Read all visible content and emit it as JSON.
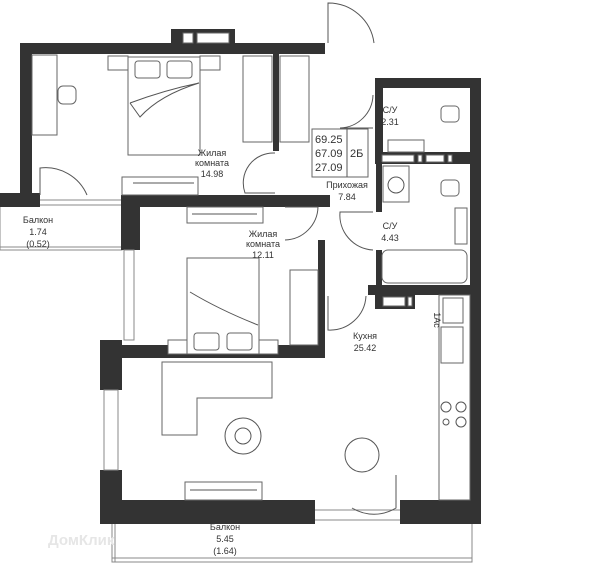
{
  "rooms": {
    "bedroom1": {
      "name_line1": "Жилая",
      "name_line2": "комната",
      "area": "14.98"
    },
    "bedroom2": {
      "name_line1": "Жилая",
      "name_line2": "комната",
      "area": "12.11"
    },
    "hallway": {
      "name": "Прихожая",
      "area": "7.84"
    },
    "bathroom1": {
      "name": "С/У",
      "area": "2.31"
    },
    "bathroom2": {
      "name": "С/У",
      "area": "4.43"
    },
    "kitchen": {
      "name": "Кухня",
      "area": "25.42"
    },
    "balcony1": {
      "name": "Балкон",
      "area": "1.74",
      "reduced_area": "(0.52)"
    },
    "balcony2": {
      "name": "Балкон",
      "area": "5.45",
      "reduced_area": "(1.64)"
    }
  },
  "summary": {
    "total_area": "69.25",
    "living_total": "67.09",
    "living_area": "27.09",
    "type": "2Б"
  },
  "ac_marker": "1Ас",
  "watermark": "ДомКлик"
}
